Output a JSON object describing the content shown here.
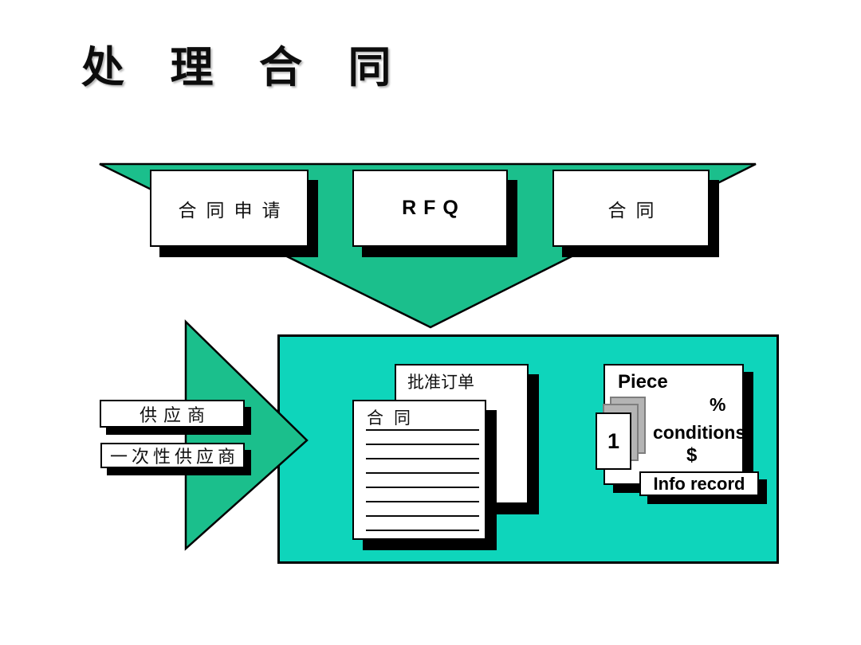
{
  "title": "处 理 合 同",
  "colors": {
    "emerald_green": "#1BBF8C",
    "turquoise": "#0ED5BB",
    "shadow_black": "#000000",
    "card_gray": "#b4b4b4"
  },
  "funnel": {
    "boxes": [
      {
        "label": "合同申请"
      },
      {
        "label": "RFQ"
      },
      {
        "label": "合同"
      }
    ]
  },
  "suppliers": {
    "supplier_label": "供应商",
    "one_time_supplier_label": "一次性供应商"
  },
  "documents": {
    "approved_order_title": "批准订单",
    "contract_title": "合同"
  },
  "info_panel": {
    "piece_label": "Piece",
    "percent_label": "%",
    "conditions_label": "conditions",
    "dollar_label": "$",
    "card_number": "1",
    "info_record_label": "Info record"
  }
}
